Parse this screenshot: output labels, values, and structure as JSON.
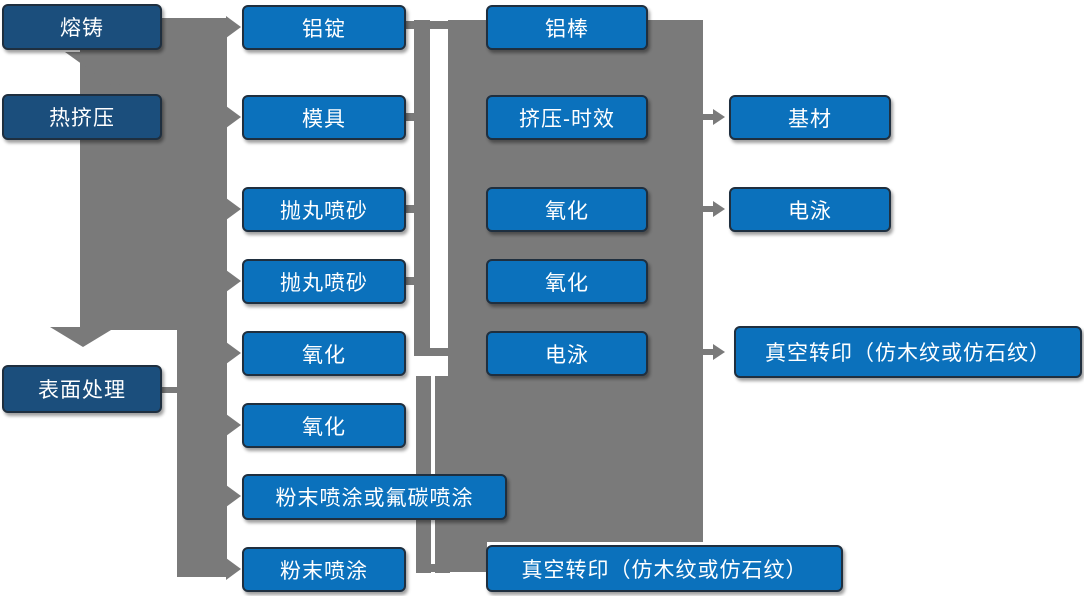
{
  "diagram": {
    "type": "flowchart",
    "language": "zh-CN",
    "background": "#ffffff",
    "colors": {
      "stage_box_fill": "#1b4e7c",
      "process_box_fill": "#0b71bc",
      "connector_gray": "#7a7a7a",
      "box_border": "#1f2f3f",
      "box_text": "#ffffff"
    },
    "stage_column": [
      "熔铸",
      "热挤压",
      "表面处理"
    ],
    "material_column": [
      "铝锭",
      "模具",
      "抛丸喷砂",
      "抛丸喷砂",
      "氧化",
      "氧化",
      "粉末喷涂或氟碳喷涂",
      "粉末喷涂"
    ],
    "process_column": [
      "铝棒",
      "挤压-时效",
      "氧化",
      "氧化",
      "电泳",
      "真空转印（仿木纹或仿石纹）"
    ],
    "finish_column": [
      "基材",
      "电泳",
      "真空转印（仿木纹或仿石纹）"
    ]
  }
}
